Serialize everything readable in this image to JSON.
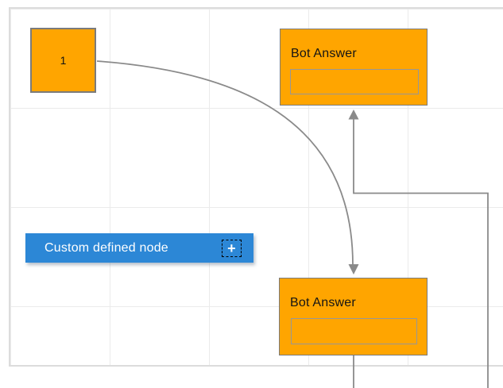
{
  "diagram": {
    "nodes": {
      "start": {
        "label": "1"
      },
      "bot_answer_top": {
        "title": "Bot Answer",
        "field_value": ""
      },
      "bot_answer_bottom": {
        "title": "Bot Answer",
        "field_value": ""
      },
      "custom": {
        "label": "Custom defined node",
        "add_button": "+"
      }
    },
    "colors": {
      "node_fill": "#FFA500",
      "node_border": "#7b7b7b",
      "custom_fill": "#2C87D6",
      "connector": "#8a8a8a",
      "grid_line": "#ebebeb",
      "canvas_border": "#dcdcdc"
    }
  }
}
